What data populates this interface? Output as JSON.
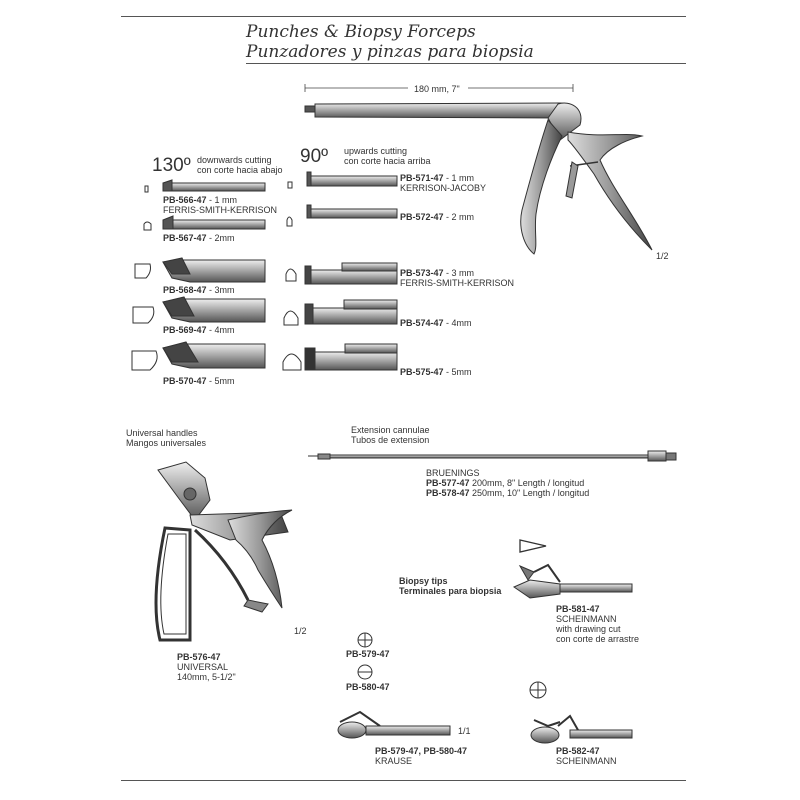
{
  "header": {
    "title_en": "Punches & Biopsy Forceps",
    "title_es": "Punzadores y pinzas para biopsia"
  },
  "main_instrument": {
    "length_label": "180 mm, 7\"",
    "scale_label": "1/2"
  },
  "downward": {
    "angle": "130º",
    "desc_en": "downwards cutting",
    "desc_es": "con corte hacia abajo",
    "items": [
      {
        "code": "PB-566-47",
        "size": " - 1 mm",
        "note": "FERRIS-SMITH-KERRISON"
      },
      {
        "code": "PB-567-47",
        "size": " - 2mm",
        "note": ""
      },
      {
        "code": "PB-568-47",
        "size": " - 3mm",
        "note": ""
      },
      {
        "code": "PB-569-47",
        "size": " - 4mm",
        "note": ""
      },
      {
        "code": "PB-570-47",
        "size": " - 5mm",
        "note": ""
      }
    ]
  },
  "upward": {
    "angle": "90º",
    "desc_en": "upwards cutting",
    "desc_es": "con corte hacia arriba",
    "items": [
      {
        "code": "PB-571-47",
        "size": " - 1 mm",
        "note": "KERRISON-JACOBY"
      },
      {
        "code": "PB-572-47",
        "size": " - 2 mm",
        "note": ""
      },
      {
        "code": "PB-573-47",
        "size": " - 3 mm",
        "note": "FERRIS-SMITH-KERRISON"
      },
      {
        "code": "PB-574-47",
        "size": " - 4mm",
        "note": ""
      },
      {
        "code": "PB-575-47",
        "size": " - 5mm",
        "note": ""
      }
    ]
  },
  "handles": {
    "title_en": "Universal handles",
    "title_es": "Mangos universales",
    "code": "PB-576-47",
    "name": "UNIVERSAL",
    "size": "140mm, 5-1/2\"",
    "scale": "1/2"
  },
  "extension": {
    "title_en": "Extension cannulae",
    "title_es": "Tubos de extension",
    "name": "BRUENINGS",
    "items": [
      {
        "code": "PB-577-47",
        "desc": "  200mm,   8\" Length / longitud"
      },
      {
        "code": "PB-578-47",
        "desc": "  250mm, 10\" Length / longitud"
      }
    ]
  },
  "biopsy_tips": {
    "title_en": "Biopsy tips",
    "title_es": "Terminales para biopsia",
    "tip_581": {
      "code": "PB-581-47",
      "name": "SCHEINMANN",
      "line2": "with drawing cut",
      "line3": "con corte de arrastre"
    },
    "tip_579": {
      "code": "PB-579-47"
    },
    "tip_580": {
      "code": "PB-580-47"
    },
    "krause": {
      "code": "PB-579-47, PB-580-47",
      "name": "KRAUSE",
      "scale": "1/1"
    },
    "tip_582": {
      "code": "PB-582-47",
      "name": "SCHEINMANN"
    }
  }
}
